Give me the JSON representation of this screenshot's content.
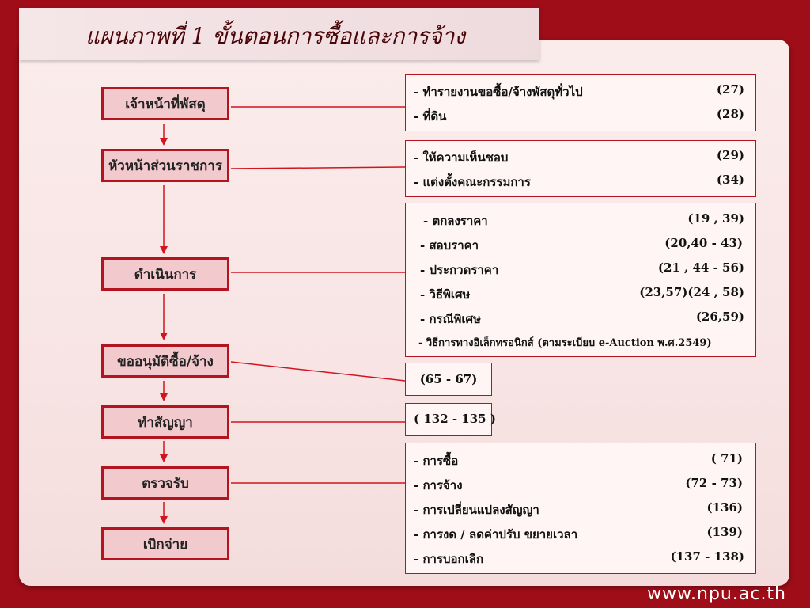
{
  "title": "แผนภาพที่ 1  ขั้นตอนการซื้อและการจ้าง",
  "footer_url": "www.npu.ac.th",
  "steps": [
    {
      "label": "เจ้าหน้าที่พัสดุ"
    },
    {
      "label": "หัวหน้าส่วนราชการ"
    },
    {
      "label": "ดำเนินการ"
    },
    {
      "label": "ขออนุมัติซื้อ/จ้าง"
    },
    {
      "label": "ทำสัญญา"
    },
    {
      "label": "ตรวจรับ"
    },
    {
      "label": "เบิกจ่าย"
    }
  ],
  "refs": {
    "officer": [
      {
        "label": "-  ทำรายงานขอซื้อ/จ้างพัสดุทั่วไป",
        "pages": "(27)"
      },
      {
        "label": "-  ที่ดิน",
        "pages": "(28)"
      }
    ],
    "head": [
      {
        "label": "- ให้ความเห็นชอบ",
        "pages": "(29)"
      },
      {
        "label": "- แต่งตั้งคณะกรรมการ",
        "pages": "(34)"
      }
    ],
    "operate": [
      {
        "label": "-  ตกลงราคา",
        "pages": "(19 , 39)"
      },
      {
        "label": "-  สอบราคา",
        "pages": "(20,40 - 43)"
      },
      {
        "label": "-  ประกวดราคา",
        "pages": "(21 , 44 - 56)"
      },
      {
        "label": "-  วิธีพิเศษ",
        "pages": "(23,57)(24 , 58)"
      },
      {
        "label": "-  กรณีพิเศษ",
        "pages": "(26,59)"
      },
      {
        "label": "-  วิธีการทางอิเล็กทรอนิกส์ (ตามระเบียบ e-Auction พ.ศ.2549)",
        "pages": ""
      }
    ],
    "approve": "(65 - 67)",
    "contract": "( 132 - 135 )",
    "inspect": [
      {
        "label": "-  การซื้อ",
        "pages": "( 71)"
      },
      {
        "label": "-  การจ้าง",
        "pages": "(72 - 73)"
      },
      {
        "label": "-  การเปลี่ยนแปลงสัญญา",
        "pages": "(136)"
      },
      {
        "label": "-  การงด / ลดค่าปรับ ขยายเวลา",
        "pages": "(139)"
      },
      {
        "label": "-  การบอกเลิก",
        "pages": "(137 - 138)"
      }
    ]
  },
  "colors": {
    "accent": "#b3141f",
    "background": "#9e0d18",
    "step_fill": "#f2c9cd"
  }
}
